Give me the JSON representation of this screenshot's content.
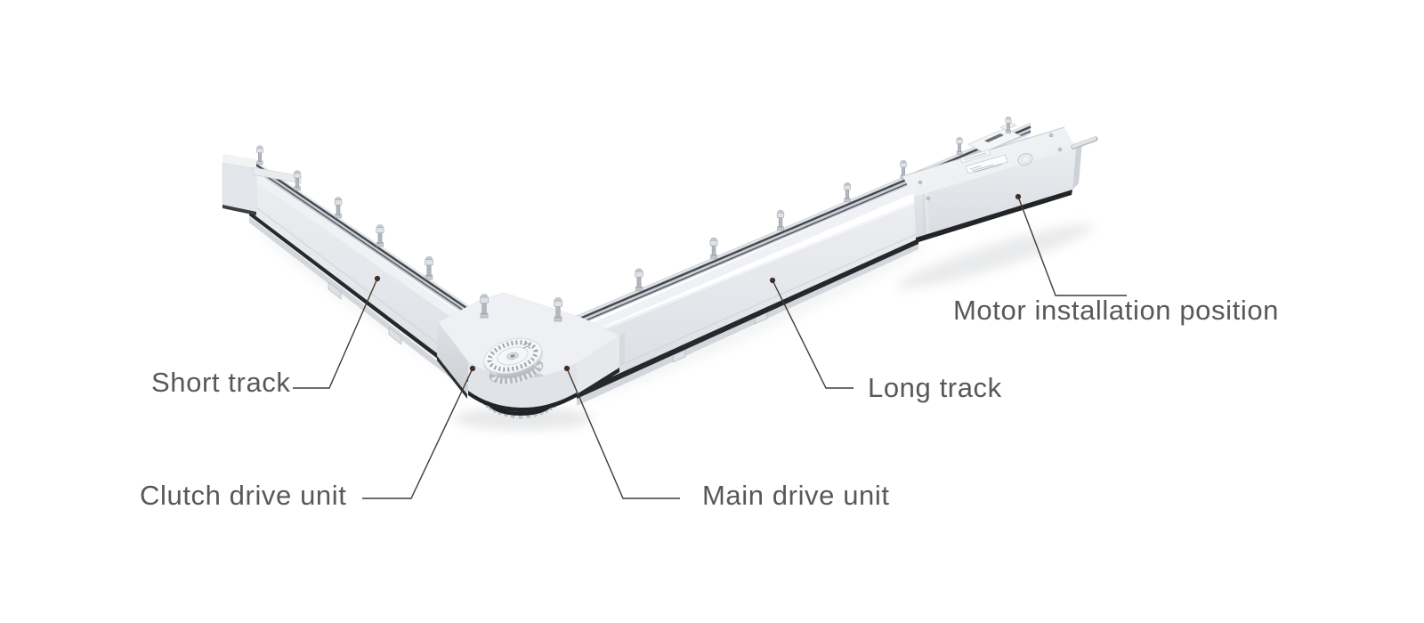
{
  "diagram": {
    "background": "#ffffff",
    "label_text_color": "#58585a",
    "leader_line_color": "#453931",
    "leader_dot_color": "#3f2f28",
    "product_colors": {
      "light_face": "#eff1f4",
      "mid_face": "#e4e7ea",
      "dark_face": "#d9dce0",
      "rail_metal": "#c9cdd3",
      "groove_dark": "#3f434a",
      "shadow_band": "#26282b"
    },
    "labels": {
      "short_track": "Short track",
      "clutch_drive_unit": "Clutch drive unit",
      "main_drive_unit": "Main drive unit",
      "long_track": "Long track",
      "motor_installation_position": "Motor installation position"
    }
  }
}
